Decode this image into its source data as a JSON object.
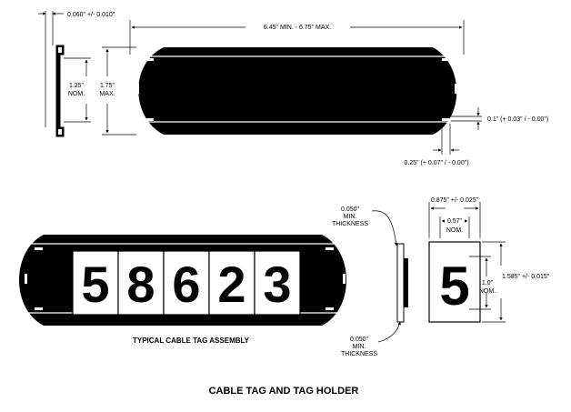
{
  "title": "CABLE TAG AND TAG HOLDER",
  "assembly_label": "TYPICAL CABLE TAG ASSEMBLY",
  "digits": [
    "5",
    "8",
    "6",
    "2",
    "3"
  ],
  "single_tag_digit": "5",
  "dims": {
    "thickness_tol": "0.060\" +/- 0.010\"",
    "length": "6.45\" MIN. - 6.75\" MAX.",
    "nom_height_val": "1.25\"",
    "nom_height_unit": "NOM.",
    "max_height_val": "1.75\"",
    "max_height_unit": "MAX.",
    "slot_dim": "0.1\" (+ 0.03\" / - 0.00\")",
    "slot_length": "0.25\" (+ 0.07\" / - 0.00\")",
    "min_thick_top_1": "0.050\"",
    "min_thick_top_2": "MIN.",
    "min_thick_top_3": "THICKNESS",
    "min_thick_bot_1": "0.050\"",
    "min_thick_bot_2": "MIN.",
    "min_thick_bot_3": "THICKNESS",
    "tag_width": "0.875\" +/- 0.025\"",
    "char_width_val": "0.57\"",
    "char_width_unit": "NOM.",
    "tag_height": "1.585\" +/- 0.015\"",
    "char_height_val": "1.0\"",
    "char_height_unit": "NOM."
  },
  "colors": {
    "ink": "#000000",
    "paper": "#ffffff"
  }
}
